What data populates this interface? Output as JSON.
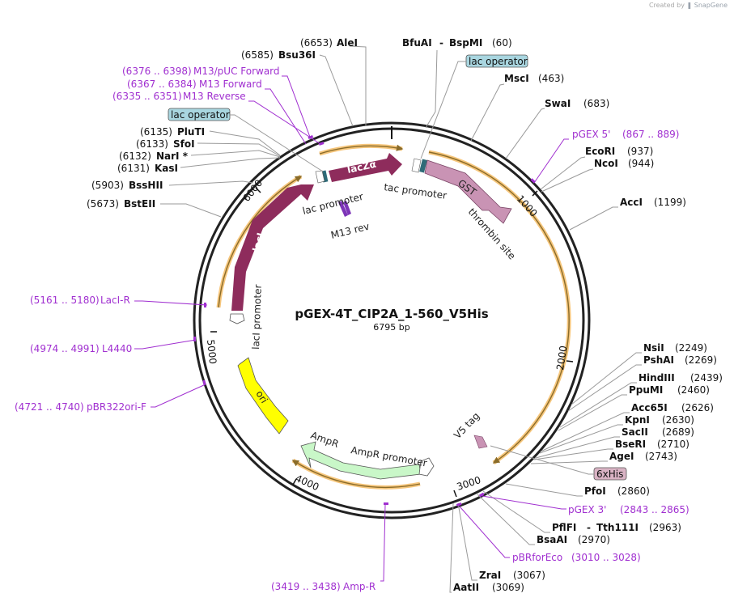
{
  "credit": {
    "created_by": "Created by",
    "brand": "SnapGene",
    "logo_icon": "snapgene-logo-icon"
  },
  "plasmid": {
    "name": "pGEX-4T_CIP2A_1-560_V5His",
    "length_label": "6795 bp"
  },
  "ticks": [
    "1000",
    "2000",
    "3000",
    "4000",
    "5000",
    "6000"
  ],
  "features": {
    "lacZa": "lacZα",
    "lacI": "lacI",
    "GST": "GST",
    "ori": "ori",
    "AmpR": "AmpR",
    "tac_promoter": "tac promoter",
    "lac_promoter": "lac promoter",
    "M13_rev": "M13 rev",
    "thrombin_site": "thrombin site",
    "lacI_promoter": "lacI promoter",
    "V5_tag": "V5 tag",
    "AmpR_promoter": "AmpR promoter"
  },
  "boxes": {
    "lac_operator_top": "lac operator",
    "lac_operator_left": "lac operator",
    "his6": "6xHis"
  },
  "sites": [
    {
      "pos": "(6653)",
      "name": "AleI"
    },
    {
      "pos": "(6585)",
      "name": "Bsu36I"
    },
    {
      "pos": "(6135)",
      "name": "PluTI"
    },
    {
      "pos": "(6133)",
      "name": "SfoI"
    },
    {
      "pos": "(6132)",
      "name": "NarI *"
    },
    {
      "pos": "(6131)",
      "name": "KasI"
    },
    {
      "pos": "(5903)",
      "name": "BssHII"
    },
    {
      "pos": "(5673)",
      "name": "BstEII"
    },
    {
      "name": "BfuAI",
      "sep": "-",
      "name2": "BspMI",
      "pos": "(60)"
    },
    {
      "name": "MscI",
      "pos": "(463)"
    },
    {
      "name": "SwaI",
      "pos": "(683)"
    },
    {
      "name": "EcoRI",
      "pos": "(937)"
    },
    {
      "name": "NcoI",
      "pos": "(944)"
    },
    {
      "name": "AccI",
      "pos": "(1199)"
    },
    {
      "name": "NsiI",
      "pos": "(2249)"
    },
    {
      "name": "PshAI",
      "pos": "(2269)"
    },
    {
      "name": "HindIII",
      "pos": "(2439)"
    },
    {
      "name": "PpuMI",
      "pos": "(2460)"
    },
    {
      "name": "Acc65I",
      "pos": "(2626)"
    },
    {
      "name": "KpnI",
      "pos": "(2630)"
    },
    {
      "name": "SacII",
      "pos": "(2689)"
    },
    {
      "name": "BseRI",
      "pos": "(2710)"
    },
    {
      "name": "AgeI",
      "pos": "(2743)"
    },
    {
      "name": "PfoI",
      "pos": "(2860)"
    },
    {
      "name": "PflFI",
      "sep": "-",
      "name2": "Tth111I",
      "pos": "(2963)"
    },
    {
      "name": "BsaAI",
      "pos": "(2970)"
    },
    {
      "name": "ZraI",
      "pos": "(3067)"
    },
    {
      "name": "AatII",
      "pos": "(3069)"
    }
  ],
  "primers": [
    {
      "range": "(6376 .. 6398)",
      "name": "M13/pUC Forward"
    },
    {
      "range": "(6367 .. 6384)",
      "name": "M13 Forward"
    },
    {
      "range": "(6335 .. 6351)",
      "name": "M13 Reverse"
    },
    {
      "name": "pGEX 5'",
      "range": "(867 .. 889)"
    },
    {
      "range": "(5161 .. 5180)",
      "name": "LacI-R"
    },
    {
      "range": "(4974 .. 4991)",
      "name": "L4440"
    },
    {
      "range": "(4721 .. 4740)",
      "name": "pBR322ori-F"
    },
    {
      "name": "pGEX 3'",
      "range": "(2843 .. 2865)"
    },
    {
      "name": "pBRforEco",
      "range": "(3010 .. 3028)"
    },
    {
      "range": "(3419 .. 3438)",
      "name": "Amp-R"
    }
  ],
  "colors": {
    "backbone": "#222222",
    "lacZa": "#8e2c5c",
    "lacI": "#8e2c5c",
    "GST": "#c993b4",
    "ori": "#ffff00",
    "AmpR": "#c9f7c8",
    "promoter": "#ffffff",
    "orf_highlight": "#f6c67c",
    "primer": "#a02fd0",
    "lac_operator_box": "#a9d6e0",
    "his6_box": "#d9b3c4"
  }
}
